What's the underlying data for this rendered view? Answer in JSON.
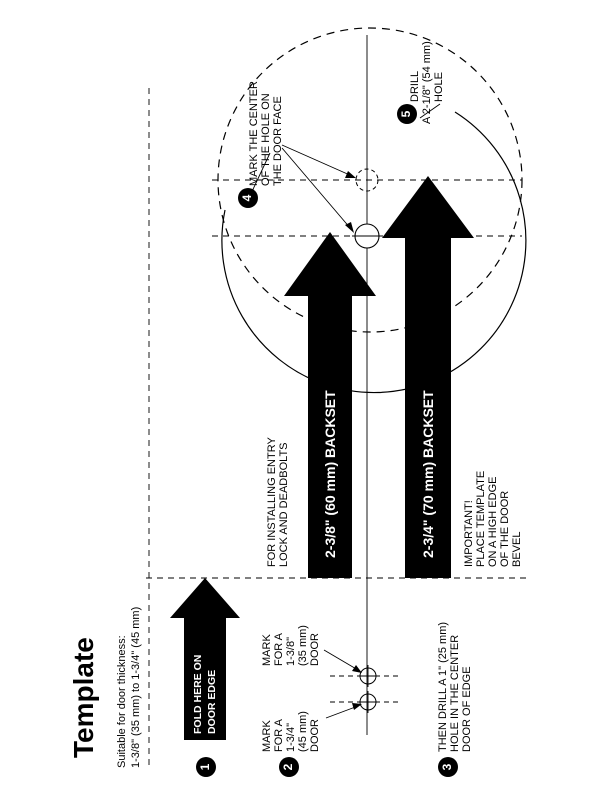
{
  "template": {
    "title": "Template",
    "thickness_line1": "Suitable for door thickness:",
    "thickness_line2": "1-3/8\" (35 mm) to 1-3/4\" (45 mm)"
  },
  "steps": {
    "s1": "1",
    "s2": "2",
    "s3": "3",
    "s4": "4",
    "s5": "5"
  },
  "fold": {
    "line1": "FOLD HERE ON",
    "line2": "DOOR EDGE"
  },
  "marks": {
    "a_l1": "MARK",
    "a_l2": "FOR A",
    "a_l3": "1-3/4\"",
    "a_l4": "(45 mm)",
    "a_l5": "DOOR",
    "b_l1": "MARK",
    "b_l2": "FOR A",
    "b_l3": "1-3/8\"",
    "b_l4": "(35 mm)",
    "b_l5": "DOOR"
  },
  "drill1": {
    "l1": "THEN DRILL A 1\" (25 mm)",
    "l2": "HOLE IN THE CENTER",
    "l3": "DOOR OF EDGE"
  },
  "install": {
    "l1": "FOR INSTALLING ENTRY",
    "l2": "LOCK AND DEADBOLTS"
  },
  "backset": {
    "b60": "2-3/8\" (60 mm) BACKSET",
    "b70": "2-3/4\" (70 mm) BACKSET"
  },
  "important": {
    "l1": "IMPORTANT!",
    "l2": "PLACE TEMPLATE",
    "l3": "ON A HIGH EDGE",
    "l4": "OF THE DOOR",
    "l5": "BEVEL"
  },
  "center": {
    "l1": "MARK THE CENTER",
    "l2": "OF THE HOLE ON",
    "l3": "THE DOOR FACE"
  },
  "drill2": {
    "l1": "DRILL",
    "l2": "A 2-1/8\" (54 mm)",
    "l3": "HOLE"
  }
}
